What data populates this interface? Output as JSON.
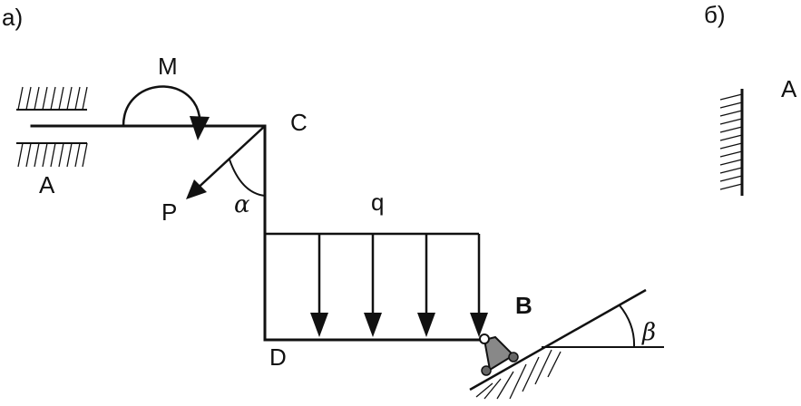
{
  "panels": {
    "a_label": "а)",
    "b_label": "б)"
  },
  "labels": {
    "A_left": "A",
    "M": "M",
    "C": "C",
    "P": "P",
    "alpha": "α",
    "q": "q",
    "D": "D",
    "B": "B",
    "beta": "β",
    "A_right": "A"
  }
}
